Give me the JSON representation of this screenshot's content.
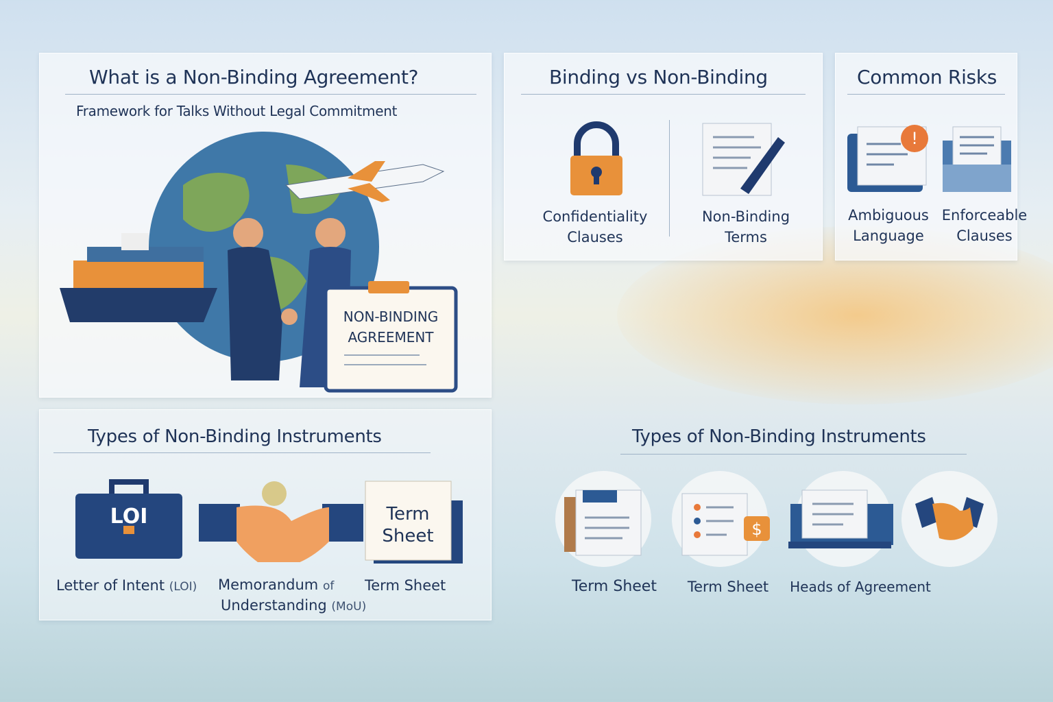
{
  "intro": {
    "title": "What is a Non-Binding Agreement?",
    "subtitle": "Framework for Talks Without Legal Commitment",
    "document_line1": "NON-BINDING",
    "document_line2": "AGREEMENT"
  },
  "comparison": {
    "title": "Binding vs Non-Binding",
    "items": [
      {
        "icon": "padlock-icon",
        "line1": "Confidentiality",
        "line2": "Clauses"
      },
      {
        "icon": "document-pen-icon",
        "line1": "Non-Binding",
        "line2": "Terms"
      }
    ]
  },
  "risks": {
    "title": "Common Risks",
    "items": [
      {
        "icon": "warning-document-icon",
        "line1": "Ambiguous",
        "line2": "Language"
      },
      {
        "icon": "file-tray-icon",
        "line1": "Enforceable",
        "line2": "Clauses"
      }
    ]
  },
  "types_left": {
    "title": "Types of Non-Binding Instruments",
    "briefcase_text": "LOI",
    "sheet_line1": "Term",
    "sheet_line2": "Sheet",
    "items": [
      {
        "main": "Letter of Intent",
        "abbr": "(LOI)"
      },
      {
        "main": "Memorandum",
        "of": "of",
        "line2": "Understanding",
        "abbr": "(MoU)"
      },
      {
        "main": "Term Sheet"
      }
    ]
  },
  "types_right": {
    "title": "Types of Non-Binding Instruments",
    "labels": [
      "Term Sheet",
      "Term Sheet",
      "Heads of Agreement"
    ],
    "dollar": "$"
  },
  "colors": {
    "navy": "#1f3a6e",
    "orange": "#e8913a",
    "ink": "#1f3357"
  }
}
